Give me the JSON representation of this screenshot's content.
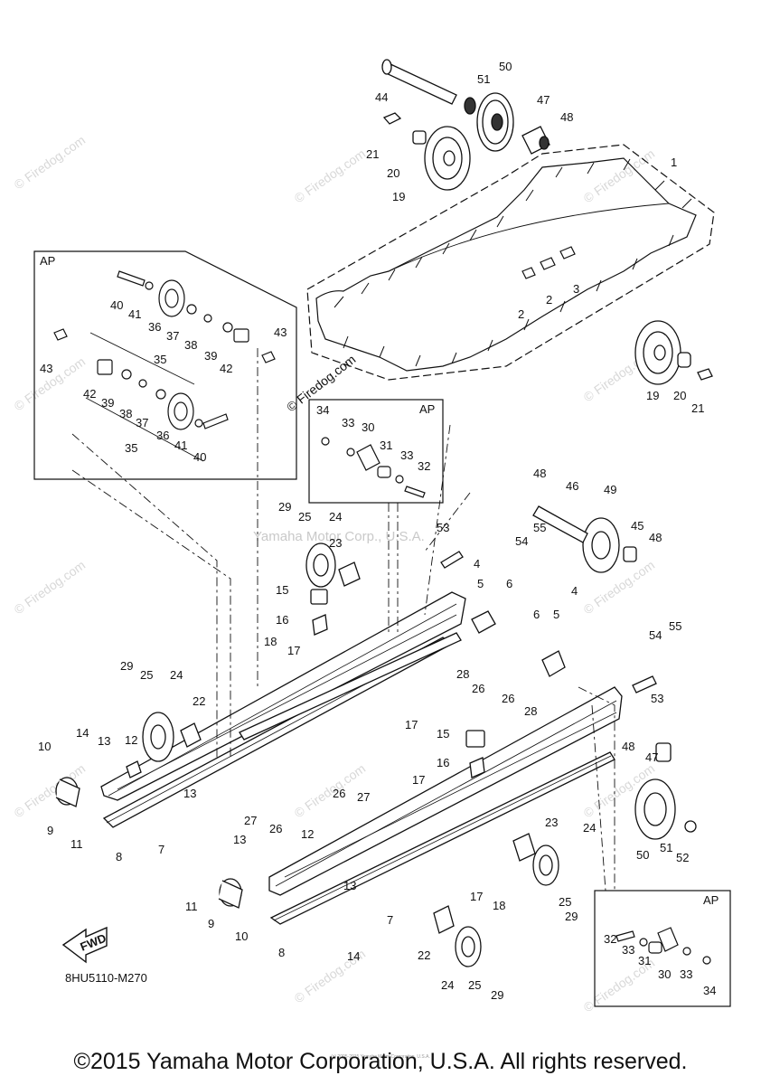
{
  "diagram": {
    "part_code": "8HU5110-M270",
    "fwd_label": "FWD",
    "ap_label": "AP",
    "center_watermark": "Yamaha Motor Corp., U.S.A.",
    "site_watermark": "© Firedog.com",
    "tiny_credit": "(c) 2005-2015 Yamaha Motor Corporation, U.S.A.",
    "callouts": [
      "1",
      "2",
      "3",
      "4",
      "5",
      "6",
      "7",
      "8",
      "9",
      "10",
      "11",
      "12",
      "13",
      "14",
      "15",
      "16",
      "17",
      "18",
      "19",
      "20",
      "21",
      "22",
      "23",
      "24",
      "25",
      "26",
      "27",
      "28",
      "29",
      "30",
      "31",
      "32",
      "33",
      "34",
      "35",
      "36",
      "37",
      "38",
      "39",
      "40",
      "41",
      "42",
      "43",
      "44",
      "45",
      "46",
      "47",
      "48",
      "49",
      "50",
      "51",
      "52",
      "53",
      "54",
      "55"
    ]
  },
  "footer": {
    "copyright": "©2015 Yamaha Motor Corporation, U.S.A. All rights reserved."
  }
}
